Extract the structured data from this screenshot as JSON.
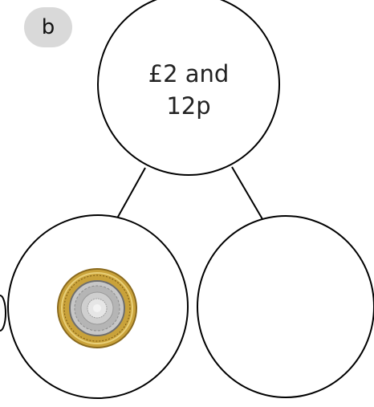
{
  "label": "b",
  "whole": {
    "line1": "£2 and",
    "line2": "12p"
  },
  "parts": [
    {
      "content": "£2 coin",
      "icon": "two-pound-coin-icon"
    },
    {
      "content": ""
    }
  ],
  "colors": {
    "badge": "#d9d9d9",
    "outline": "#000000",
    "coin_outer": "#c9a23a",
    "coin_inner": "#c7c7c7"
  }
}
